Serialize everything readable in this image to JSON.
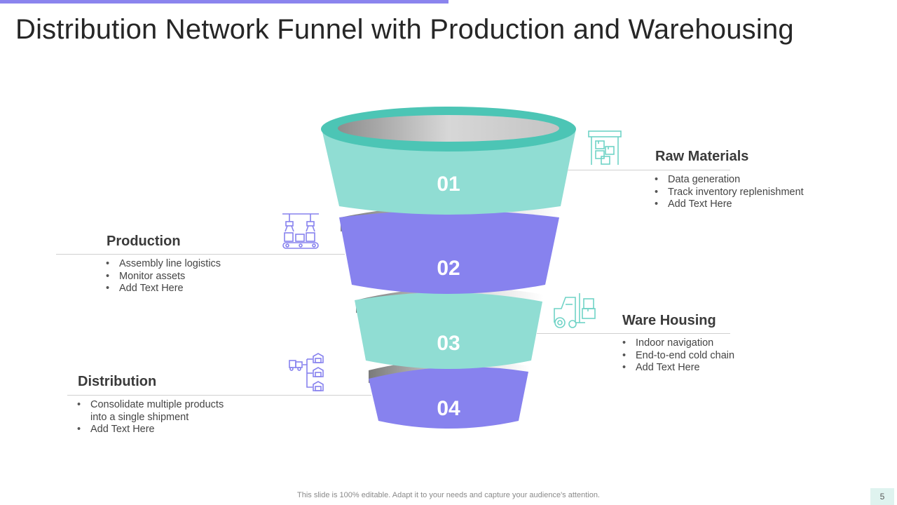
{
  "title": "Distribution Network Funnel with Production and Warehousing",
  "colors": {
    "accent_bar": "#8b84ee",
    "teal": "#90ddd3",
    "teal_rim": "#4cc5b5",
    "purple": "#8782ee",
    "inner_gray": "#c8c8c8"
  },
  "funnel": {
    "stages": [
      {
        "number": "01",
        "color": "teal"
      },
      {
        "number": "02",
        "color": "purple"
      },
      {
        "number": "03",
        "color": "teal"
      },
      {
        "number": "04",
        "color": "purple"
      }
    ]
  },
  "sections": {
    "raw_materials": {
      "heading": "Raw Materials",
      "icon": "warehouse-boxes-icon",
      "bullets": [
        "Data generation",
        "Track inventory replenishment",
        "Add Text Here"
      ]
    },
    "production": {
      "heading": "Production",
      "icon": "assembly-line-icon",
      "bullets": [
        "Assembly line logistics",
        "Monitor assets",
        "Add Text Here"
      ]
    },
    "ware_housing": {
      "heading": "Ware Housing",
      "icon": "forklift-icon",
      "bullets": [
        "Indoor navigation",
        "End-to-end cold chain",
        "Add Text Here"
      ]
    },
    "distribution": {
      "heading": "Distribution",
      "icon": "distribution-network-icon",
      "bullets": [
        "Consolidate multiple products",
        "into a single shipment",
        "Add Text Here"
      ]
    }
  },
  "footer": {
    "note": "This slide is 100% editable. Adapt it to your needs and capture your audience's attention.",
    "page_number": "5"
  }
}
